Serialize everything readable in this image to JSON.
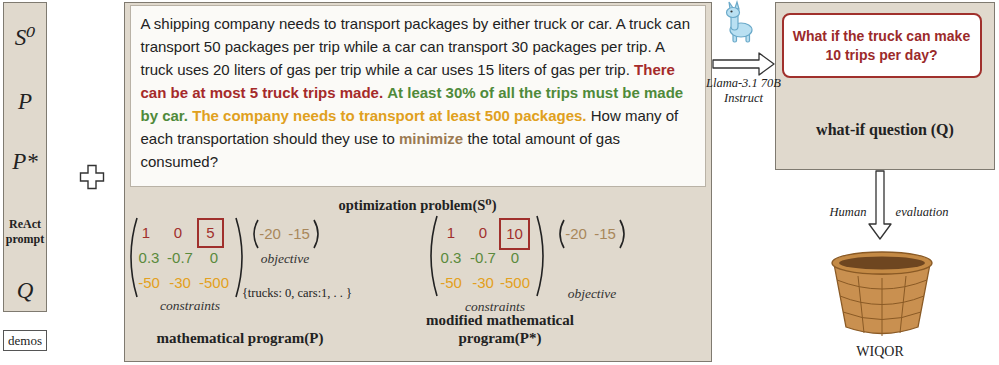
{
  "diagram": {
    "nodes": [
      {
        "text": [
          "S⁰",
          "P",
          "P*",
          "ReAct prompt",
          "Q"
        ]
      },
      {
        "text": [
          "demos"
        ]
      },
      {
        "text": []
      },
      {
        "text": [
          "A shipping company needs to transport packages by either truck or car. A truck can transport 50 packages per trip while a car can transport 30 packages per trip. A truck uses 20 liters of gas per trip while a car uses 15 liters of gas per trip.",
          "There can be at most 5 truck trips made.",
          "At least 30% of all the trips must be made by car.",
          "The company needs to transport at least 500 packages.",
          "How many of each transportation should they use to",
          "minimize",
          "the total amount of gas consumed?",
          "optimization problem(S⁰)"
        ],
        "in": 2
      },
      {
        "text": [
          "5"
        ],
        "in": 2
      },
      {
        "text": [
          "10"
        ],
        "in": 2
      },
      {
        "text": [
          "what-if question (Q)"
        ]
      },
      {
        "text": [
          "What if the truck can make 10 trips per day?"
        ],
        "in": 6
      },
      {
        "text": [
          "WIQOR"
        ]
      }
    ],
    "edges": [
      {
        "from": 2,
        "to": 6,
        "arrow": "to",
        "label": "Llama-3.1 70B Instruct"
      },
      {
        "from": 6,
        "to": 8,
        "arrow": "to"
      }
    ],
    "labels": [
      "1",
      "0",
      "0.3",
      "-0.7",
      "0",
      "-50",
      "-30",
      "-500",
      "-20",
      "-15",
      "objective",
      "constraints",
      "{trucks: 0, cars:1, . . }",
      "mathematical program(P)",
      "1",
      "0",
      "0.3",
      "-0.7",
      "0",
      "-50",
      "-30",
      "-500",
      "-20",
      "-15",
      "objective",
      "constraints",
      "modified mathematical program(P*)",
      "Human",
      "evaluation"
    ]
  }
}
